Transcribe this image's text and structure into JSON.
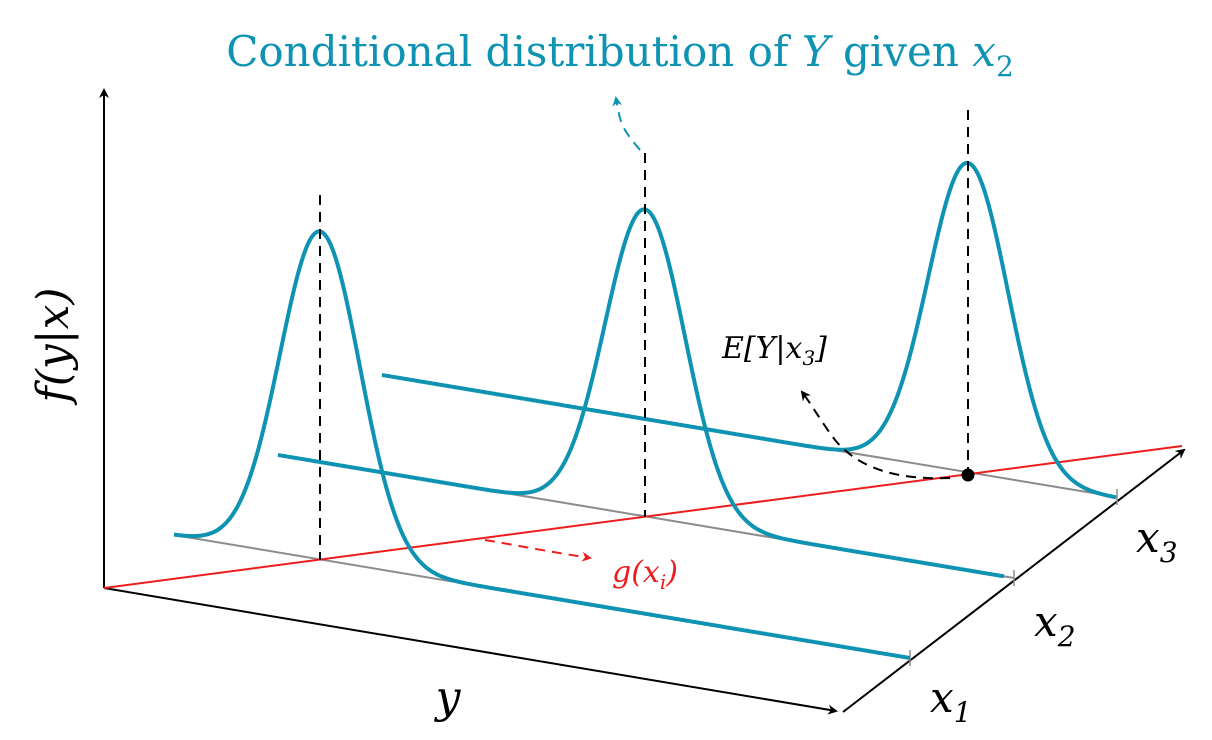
{
  "title": {
    "prefix": "Conditional distribution of ",
    "var": "Y",
    "middle": " given ",
    "var2": "x",
    "sub": "2"
  },
  "axis": {
    "vertical_label": "f(y|x)",
    "horizontal_label": "y",
    "depth_ticks": [
      {
        "name": "x",
        "sub": "1"
      },
      {
        "name": "x",
        "sub": "2"
      },
      {
        "name": "x",
        "sub": "3"
      }
    ]
  },
  "annotations": {
    "expectation": {
      "text": "E[Y|x",
      "sub": "3",
      "close": "]"
    },
    "regression": {
      "text": "g(x",
      "sub": "i",
      "close": ")"
    }
  },
  "colors": {
    "curve": "#0f93b3",
    "regression": "#ee1c1c",
    "axis": "#000000",
    "baseline": "#8c8c8c"
  }
}
